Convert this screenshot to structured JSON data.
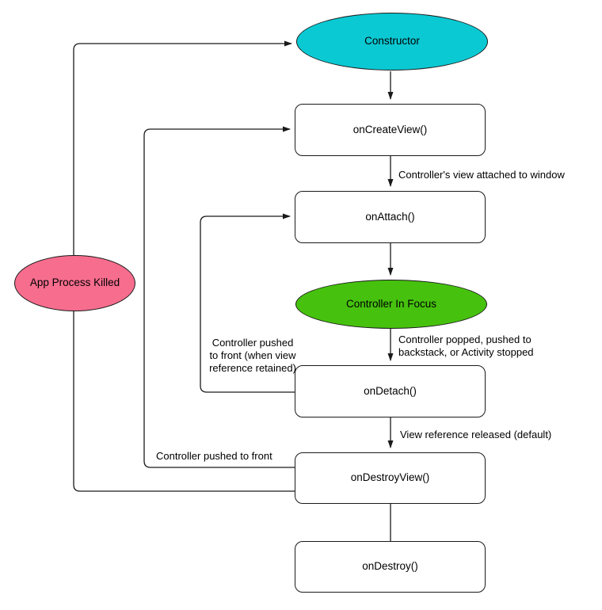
{
  "nodes": {
    "constructor": {
      "label": "Constructor"
    },
    "on_create_view": {
      "label": "onCreateView()"
    },
    "on_attach": {
      "label": "onAttach()"
    },
    "controller_in_focus": {
      "label": "Controller In Focus"
    },
    "on_detach": {
      "label": "onDetach()"
    },
    "on_destroy_view": {
      "label": "onDestroyView()"
    },
    "on_destroy": {
      "label": "onDestroy()"
    },
    "app_process_killed": {
      "label": "App Process Killed"
    }
  },
  "edge_labels": {
    "view_attached": "Controller's view attached to window",
    "popped": "Controller popped, pushed to backstack, or Activity stopped",
    "pushed_front_retained": "Controller pushed to front (when view reference retained)",
    "view_released": "View reference released (default)",
    "pushed_front": "Controller pushed to front"
  },
  "colors": {
    "constructor_fill": "#0bc9d3",
    "in_focus_fill": "#46c20e",
    "killed_fill": "#f76d8e",
    "line_stroke": "#1a1a1a"
  }
}
